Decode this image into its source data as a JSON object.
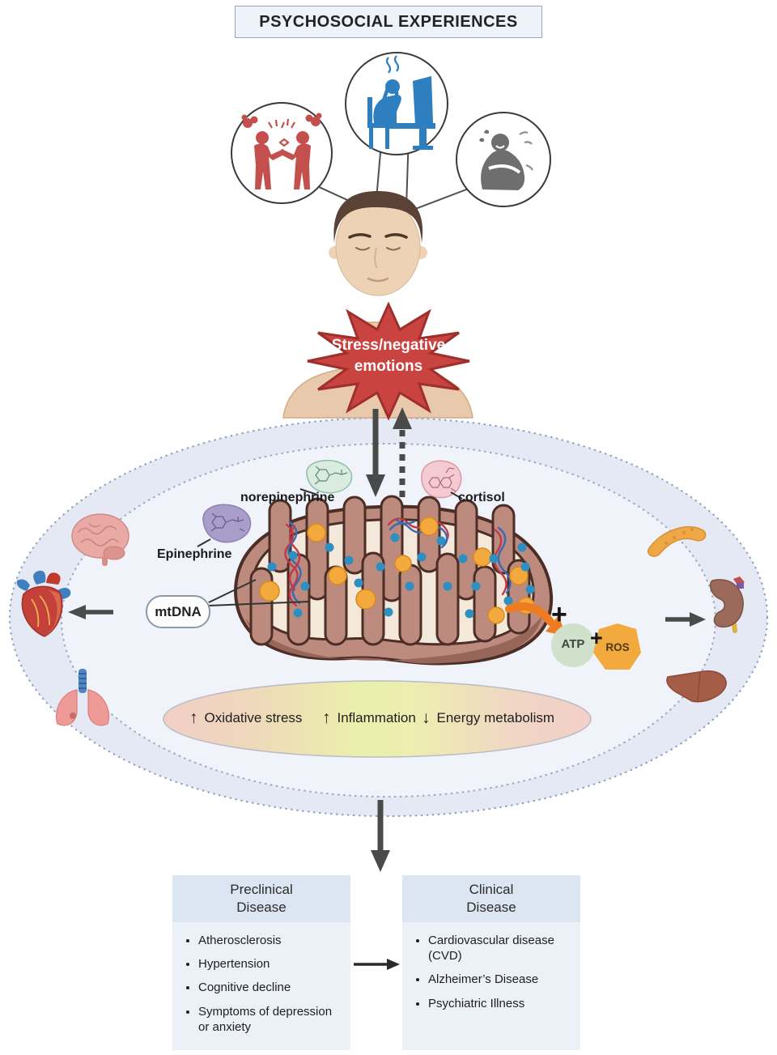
{
  "title": "PSYCHOSOCIAL EXPERIENCES",
  "starburst": {
    "line1": "Stress/negative",
    "line2": "emotions"
  },
  "mediators": {
    "norepinephrine": "norepinephrine",
    "epinephrine": "Epinephrine",
    "cortisol": "cortisol",
    "mtdna": "mtDNA"
  },
  "outputs": {
    "plus_atp": "+",
    "atp": "ATP",
    "plus_ros": "+",
    "ros": "ROS"
  },
  "effects": [
    {
      "arrow": "↑",
      "label": "Oxidative stress"
    },
    {
      "arrow": "↑",
      "label": "Inflammation"
    },
    {
      "arrow": "↓",
      "label": "Energy metabolism"
    }
  ],
  "icons": {
    "stressors": [
      "interpersonal-conflict",
      "work-stress",
      "sadness-grief"
    ],
    "organs_left": [
      "brain",
      "heart",
      "lungs"
    ],
    "organs_right": [
      "pancreas",
      "kidney",
      "liver"
    ]
  },
  "boxes": {
    "preclinical": {
      "title_line1": "Preclinical",
      "title_line2": "Disease",
      "items": [
        "Atherosclerosis",
        "Hypertension",
        "Cognitive decline",
        "Symptoms of depression or anxiety"
      ]
    },
    "clinical": {
      "title_line1": "Clinical",
      "title_line2": "Disease",
      "items": [
        "Cardiovascular disease (CVD)",
        "Alzheimer’s Disease",
        "Psychiatric Illness"
      ]
    }
  },
  "colors": {
    "starburst_red": "#c94341",
    "oval_ring_fill": "#e4e9f4",
    "inner_oval_fill": "#f0f3fa",
    "mitochondrion_rim": "#bd8b7e",
    "mitochondrion_matrix": "#f4e8da",
    "atp_green": "#cfe0cb",
    "ros_orange": "#f2a93e",
    "box_header_blue": "#dbe6f2",
    "box_body_blue": "#ecf1f8"
  }
}
